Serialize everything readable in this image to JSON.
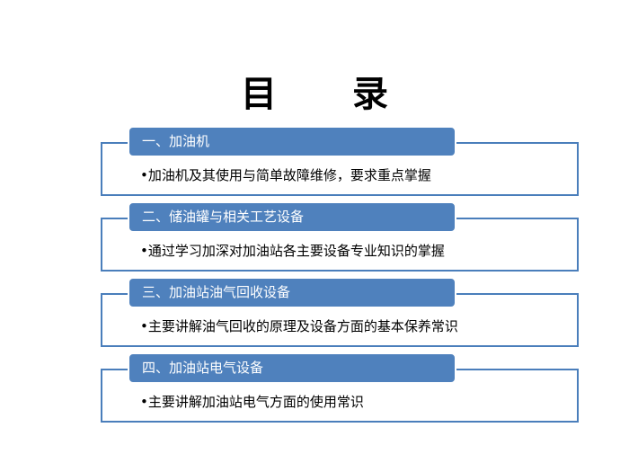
{
  "title": [
    "目",
    "录"
  ],
  "sections": [
    {
      "heading": "一、加油机",
      "bullet": "•",
      "text": "加油机及其使用与简单故障维修，要求重点掌握"
    },
    {
      "heading": "二、储油罐与相关工艺设备",
      "bullet": "•",
      "text": "通过学习加深对加油站各主要设备专业知识的掌握"
    },
    {
      "heading": "三、加油站油气回收设备",
      "bullet": "•",
      "text": "主要讲解油气回收的原理及设备方面的基本保养常识"
    },
    {
      "heading": "四、加油站电气设备",
      "bullet": "•",
      "text": "主要讲解加油站电气方面的使用常识"
    }
  ]
}
